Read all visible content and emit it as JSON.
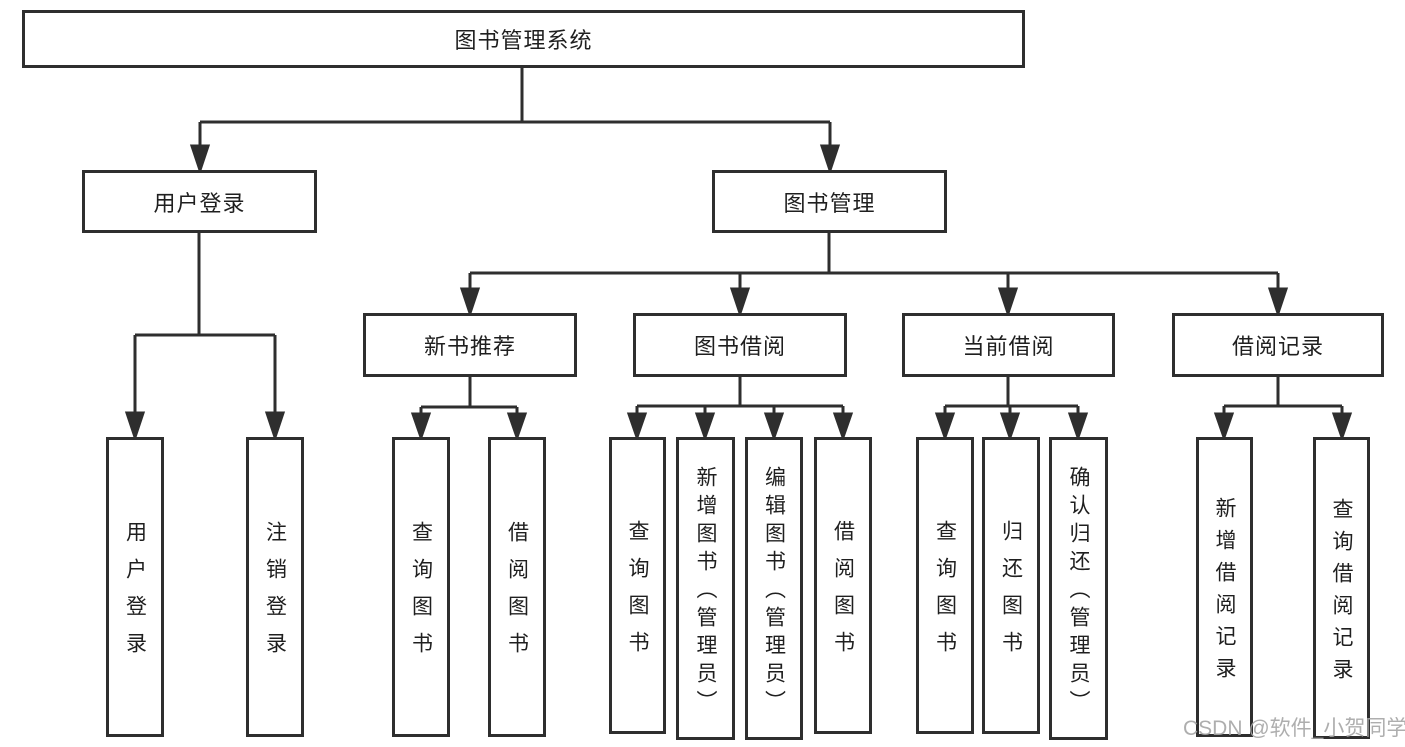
{
  "diagram": {
    "root": {
      "label": "图书管理系统",
      "children": [
        {
          "label": "用户登录",
          "children": [
            {
              "label": "用户登录"
            },
            {
              "label": "注销登录"
            }
          ]
        },
        {
          "label": "图书管理",
          "children": [
            {
              "label": "新书推荐",
              "children": [
                {
                  "label": "查询图书"
                },
                {
                  "label": "借阅图书"
                }
              ]
            },
            {
              "label": "图书借阅",
              "children": [
                {
                  "label": "查询图书"
                },
                {
                  "label": "新增图书（管理员）"
                },
                {
                  "label": "编辑图书（管理员）"
                },
                {
                  "label": "借阅图书"
                }
              ]
            },
            {
              "label": "当前借阅",
              "children": [
                {
                  "label": "查询图书"
                },
                {
                  "label": "归还图书"
                },
                {
                  "label": "确认归还（管理员）"
                }
              ]
            },
            {
              "label": "借阅记录",
              "children": [
                {
                  "label": "新增借阅记录"
                },
                {
                  "label": "查询借阅记录"
                }
              ]
            }
          ]
        }
      ]
    }
  },
  "watermark": "CSDN @软件_小贺同学",
  "colors": {
    "line": "#2e2e2e",
    "text": "#1f1f1f",
    "box_background": "#ffffff",
    "watermark": "#a6a6a6",
    "page_background": "#ffffff"
  }
}
